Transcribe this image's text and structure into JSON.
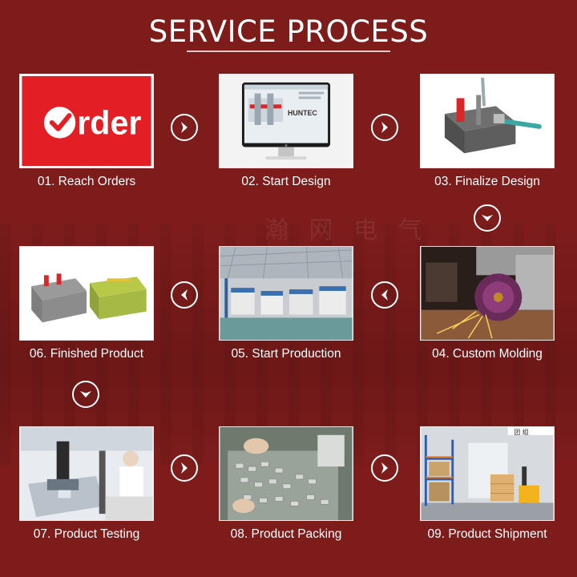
{
  "title": "SERVICE PROCESS",
  "watermark": "瀚 网 电 气",
  "order_image_text": "rder",
  "monitor_brand": "HUNTEC",
  "warehouse_sign": "团 组",
  "steps": [
    {
      "label": "01. Reach Orders"
    },
    {
      "label": "02. Start Design"
    },
    {
      "label": "03. Finalize Design"
    },
    {
      "label": "04. Custom Molding"
    },
    {
      "label": "05. Start Production"
    },
    {
      "label": "06. Finished Product"
    },
    {
      "label": "07. Product Testing"
    },
    {
      "label": "08. Product Packing"
    },
    {
      "label": "09. Product Shipment"
    }
  ],
  "arrows": [
    {
      "direction": "right",
      "icon": "chevron-right-icon"
    },
    {
      "direction": "right",
      "icon": "chevron-right-icon"
    },
    {
      "direction": "down",
      "icon": "chevron-down-icon"
    },
    {
      "direction": "left",
      "icon": "chevron-left-icon"
    },
    {
      "direction": "left",
      "icon": "chevron-left-icon"
    },
    {
      "direction": "down",
      "icon": "chevron-down-icon"
    },
    {
      "direction": "right",
      "icon": "chevron-right-icon"
    },
    {
      "direction": "right",
      "icon": "chevron-right-icon"
    }
  ],
  "colors": {
    "background": "#7e1c1c",
    "order_red": "#e31e25",
    "text": "#ffffff"
  }
}
